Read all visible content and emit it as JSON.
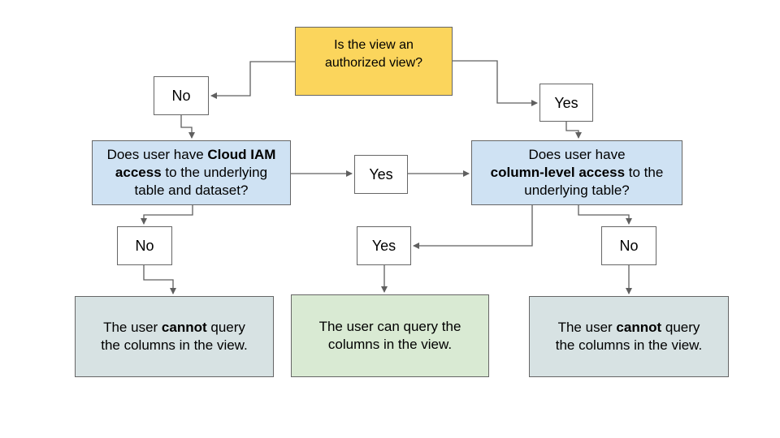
{
  "colors": {
    "bg": "#ffffff",
    "node-yellow": "#fbd55c",
    "node-blue": "#cfe2f3",
    "node-green": "#d9ead3",
    "node-gray": "#d7e2e3",
    "node-white": "#ffffff",
    "border": "#666666",
    "wire": "#5f5f5f",
    "text": "#000000"
  },
  "flowchart": {
    "title": "Authorized view column access decision flowchart",
    "nodes": {
      "start": {
        "lines": [
          [
            {
              "t": "Is the view an"
            }
          ],
          [
            {
              "t": "authorized view?"
            }
          ]
        ]
      },
      "no_top": {
        "lines": [
          [
            {
              "t": "No"
            }
          ]
        ]
      },
      "yes_top": {
        "lines": [
          [
            {
              "t": "Yes"
            }
          ]
        ]
      },
      "question_iam": {
        "lines": [
          [
            {
              "t": "Does user have "
            },
            {
              "t": "Cloud IAM",
              "b": true
            }
          ],
          [
            {
              "t": "access",
              "b": true
            },
            {
              "t": " to the underlying"
            }
          ],
          [
            {
              "t": "table and dataset?"
            }
          ]
        ]
      },
      "yes_mid": {
        "lines": [
          [
            {
              "t": "Yes"
            }
          ]
        ]
      },
      "question_col": {
        "lines": [
          [
            {
              "t": "Does user have"
            }
          ],
          [
            {
              "t": "column-level access",
              "b": true
            },
            {
              "t": " to the"
            }
          ],
          [
            {
              "t": "underlying table?"
            }
          ]
        ]
      },
      "no_left": {
        "lines": [
          [
            {
              "t": "No"
            }
          ]
        ]
      },
      "yes_center": {
        "lines": [
          [
            {
              "t": "Yes"
            }
          ]
        ]
      },
      "no_right": {
        "lines": [
          [
            {
              "t": "No"
            }
          ]
        ]
      },
      "result_left": {
        "lines": [
          [
            {
              "t": "The user "
            },
            {
              "t": "cannot",
              "b": true
            },
            {
              "t": " query"
            }
          ],
          [
            {
              "t": "the columns in the view."
            }
          ]
        ]
      },
      "result_center": {
        "lines": [
          [
            {
              "t": "The user can query the"
            }
          ],
          [
            {
              "t": "columns in the view."
            }
          ]
        ]
      },
      "result_right": {
        "lines": [
          [
            {
              "t": "The user "
            },
            {
              "t": "cannot",
              "b": true
            },
            {
              "t": " query"
            }
          ],
          [
            {
              "t": "the columns in the view."
            }
          ]
        ]
      }
    }
  }
}
